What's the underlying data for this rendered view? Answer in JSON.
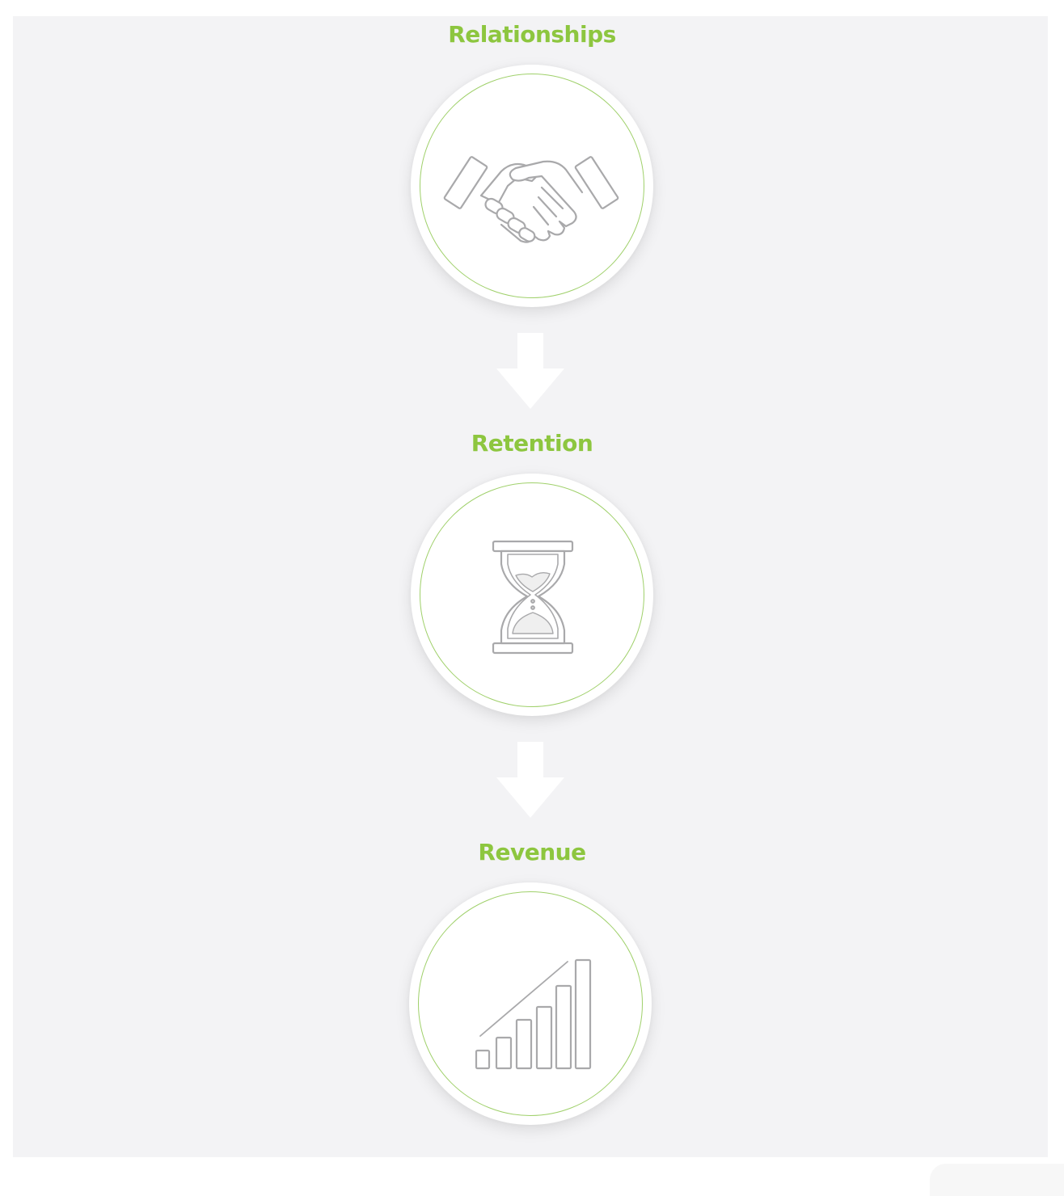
{
  "steps": [
    {
      "label": "Relationships",
      "icon": "handshake-icon"
    },
    {
      "label": "Retention",
      "icon": "hourglass-icon"
    },
    {
      "label": "Revenue",
      "icon": "growth-chart-icon"
    }
  ],
  "colors": {
    "accent": "#8dc63f",
    "ring": "#9fd06a",
    "background": "#f3f3f5",
    "icon_stroke": "#a9a9ab"
  }
}
